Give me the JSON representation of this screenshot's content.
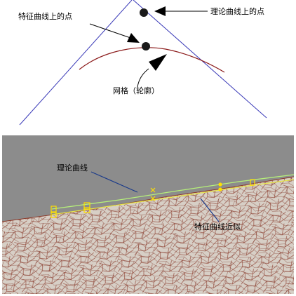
{
  "labels": {
    "theory_point": "理论曲线上的点",
    "feature_point": "特征曲线上的点",
    "mesh_outline": "网格（轮廓）",
    "theory_curve": "理论曲线",
    "feature_approx": "特征曲线近似"
  },
  "colors": {
    "tangent_line": "#3a3ab8",
    "outline_curve": "#8b1a1a",
    "viewport_bg": "#8c8c8c",
    "mesh": "#8b3a2a",
    "theory_curve_line": "#b6f07a",
    "feature_curve_line": "#e8e84a",
    "marker": "#ffe000",
    "leader": "#1a3a8a"
  }
}
